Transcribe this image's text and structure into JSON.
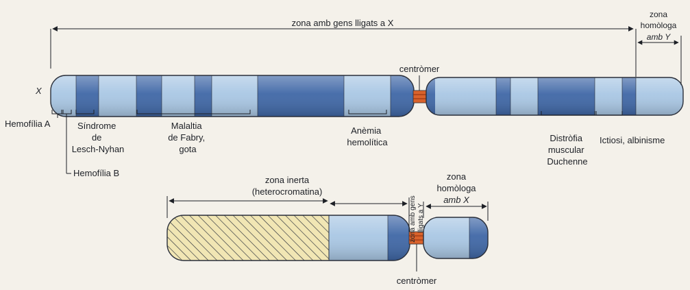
{
  "chromosome_x": {
    "label": "X",
    "region_labels": {
      "x_linked_zone": "zona amb gens lligats a X",
      "homologous_zone_line1": "zona",
      "homologous_zone_line2": "homòloga",
      "homologous_zone_line3": "amb Y",
      "centromere": "centròmer"
    },
    "diseases": [
      {
        "id": "hemofilia-a",
        "lines": [
          "Hemofília A"
        ]
      },
      {
        "id": "hemofilia-b",
        "lines": [
          "Hemofília B"
        ]
      },
      {
        "id": "lesch-nyhan",
        "lines": [
          "Síndrome",
          "de",
          "Lesch-Nyhan"
        ]
      },
      {
        "id": "fabry",
        "lines": [
          "Malaltia",
          "de Fabry,",
          "gota"
        ]
      },
      {
        "id": "anemia",
        "lines": [
          "Anèmia",
          "hemolítica"
        ]
      },
      {
        "id": "duchenne",
        "lines": [
          "Distròfia",
          "muscular",
          "Duchenne"
        ]
      },
      {
        "id": "ictiosi",
        "lines": [
          "Ictiosi, albinisme"
        ]
      }
    ]
  },
  "chromosome_y": {
    "region_labels": {
      "inert_zone_line1": "zona inerta",
      "inert_zone_line2": "(heterocromatina)",
      "homologous_zone_line1": "zona",
      "homologous_zone_line2": "homòloga",
      "homologous_zone_line3": "amb X",
      "y_linked_line1": "zona amb gens",
      "y_linked_line2": "lligats a Y",
      "centromere": "centròmer"
    }
  },
  "colors": {
    "light_band": "#a9c7e4",
    "dark_band": "#3f67a6",
    "centromere": "#d9622b",
    "outline": "#2a2f3a",
    "hatch": "#f1e6b4"
  }
}
